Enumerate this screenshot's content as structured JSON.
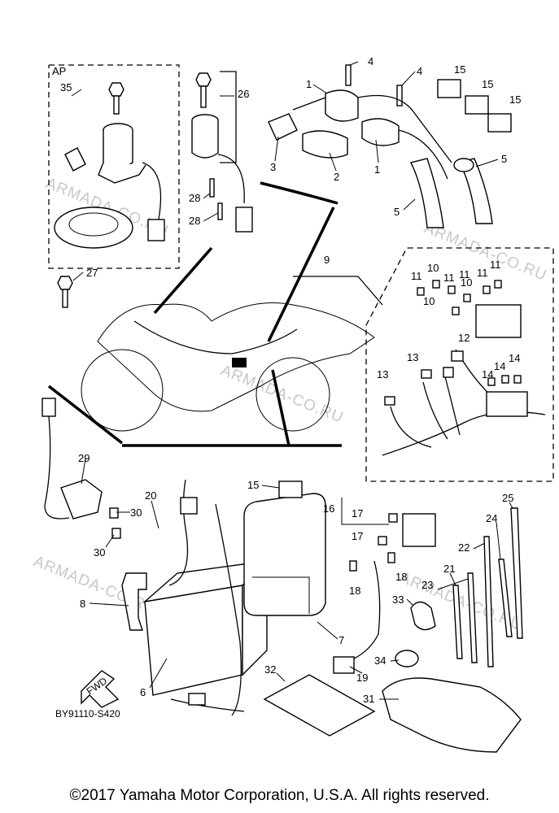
{
  "watermark": "ARMADA-CO.RU",
  "ap_label": "AP",
  "fwd_label": "FWD",
  "diagram_code": "BY91110-S420",
  "copyright": "©2017 Yamaha Motor Corporation, U.S.A. All rights reserved.",
  "callouts": {
    "c1a": "1",
    "c1b": "1",
    "c2": "2",
    "c3": "3",
    "c4a": "4",
    "c4b": "4",
    "c5a": "5",
    "c5b": "5",
    "c6": "6",
    "c7": "7",
    "c8": "8",
    "c9": "9",
    "c10a": "10",
    "c10b": "10",
    "c10c": "10",
    "c11a": "11",
    "c11b": "11",
    "c11c": "11",
    "c11d": "11",
    "c11e": "11",
    "c12": "12",
    "c13a": "13",
    "c13b": "13",
    "c14a": "14",
    "c14b": "14",
    "c14c": "14",
    "c15a": "15",
    "c15b": "15",
    "c15c": "15",
    "c15d": "15",
    "c16": "16",
    "c17a": "17",
    "c17b": "17",
    "c18a": "18",
    "c18b": "18",
    "c19": "19",
    "c20": "20",
    "c21": "21",
    "c22": "22",
    "c23": "23",
    "c24": "24",
    "c25": "25",
    "c26": "26",
    "c27": "27",
    "c28a": "28",
    "c28b": "28",
    "c29": "29",
    "c30a": "30",
    "c30b": "30",
    "c31": "31",
    "c32": "32",
    "c33": "33",
    "c34": "34",
    "c35": "35"
  }
}
